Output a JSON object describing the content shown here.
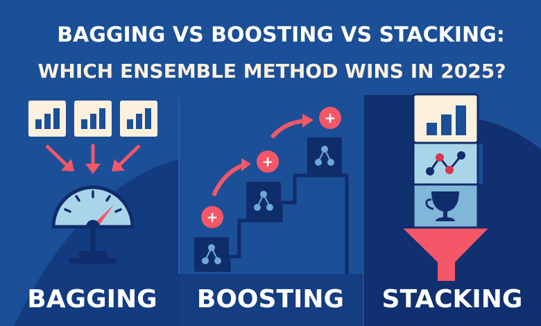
{
  "title": {
    "line1": "BAGGING VS BOOSTING VS STACKING:",
    "line2": "WHICH ENSEMBLE METHOD WINS IN 2025?"
  },
  "panels": {
    "bagging": {
      "label": "BAGGING"
    },
    "boosting": {
      "label": "BOOSTING",
      "step_badge": "+"
    },
    "stacking": {
      "label": "STACKING"
    }
  },
  "colors": {
    "background": "#1b4f97",
    "dark": "#0f2c6b",
    "cream": "#fdf1dd",
    "accent_red": "#f35768",
    "light_blue": "#a9d5e8"
  }
}
